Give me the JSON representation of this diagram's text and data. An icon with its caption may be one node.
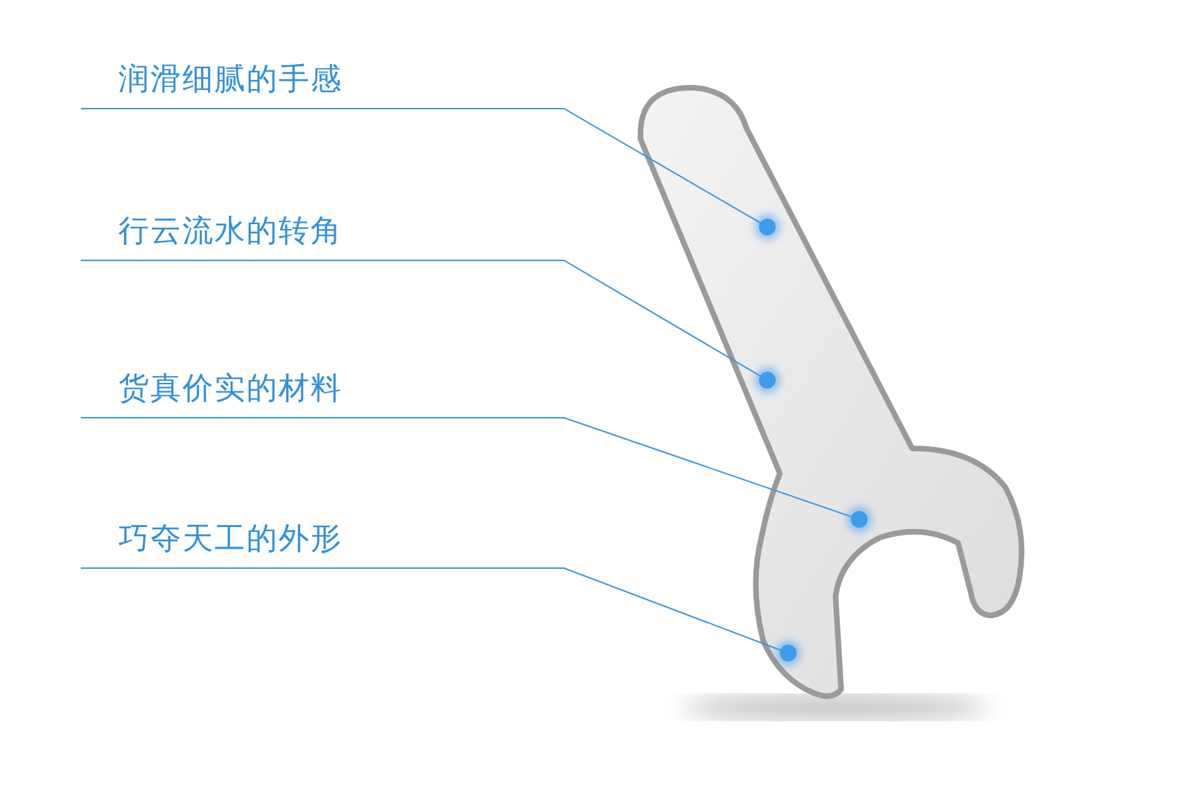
{
  "diagram": {
    "nodes": [
      {
        "text": [
          "润滑细腻的手感"
        ]
      },
      {
        "text": [
          "行云流水的转角"
        ]
      },
      {
        "text": [
          "货真价实的材料"
        ]
      },
      {
        "text": [
          "巧夺天工的外形"
        ]
      },
      {
        "text": [],
        "shape": "circle"
      },
      {
        "text": [],
        "shape": "circle"
      },
      {
        "text": [],
        "shape": "circle"
      },
      {
        "text": [],
        "shape": "circle"
      }
    ],
    "edges": [
      {
        "from": 0,
        "to": 4,
        "arrow": "none"
      },
      {
        "from": 1,
        "to": 5,
        "arrow": "none"
      },
      {
        "from": 2,
        "to": 6,
        "arrow": "none"
      },
      {
        "from": 3,
        "to": 7,
        "arrow": "none"
      }
    ]
  }
}
